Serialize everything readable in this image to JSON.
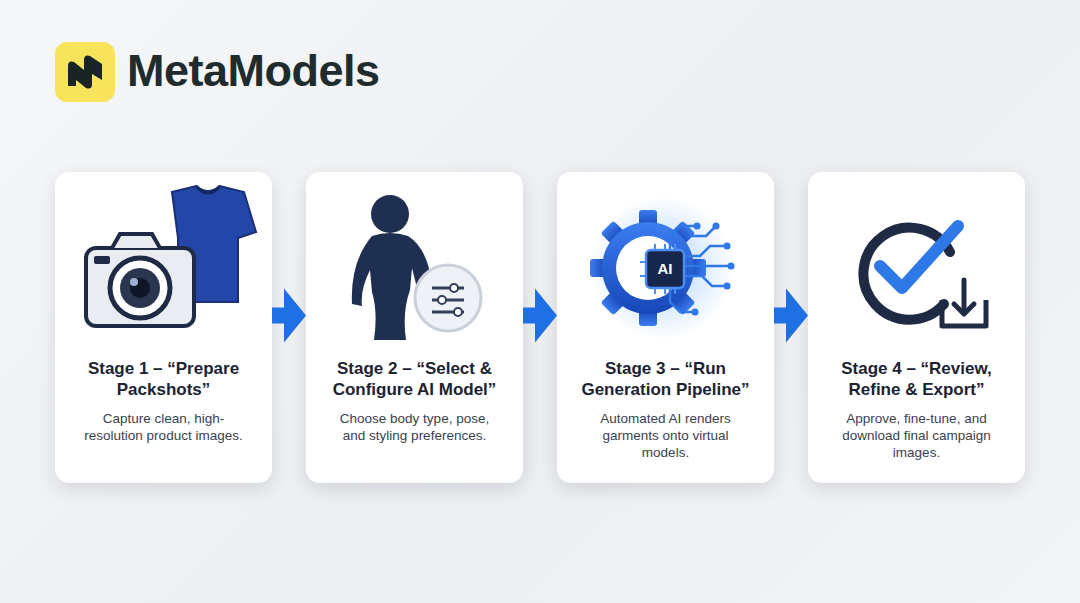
{
  "diagram": {
    "title": "MetaModels",
    "nodes": [
      {
        "text": [
          "Stage 1 – “Prepare Packshots”",
          "Capture clean, high-resolution product images."
        ]
      },
      {
        "text": [
          "Stage 2 – “Select & Configure AI Model”",
          "Choose body type, pose, and styling preferences."
        ]
      },
      {
        "text": [
          "Stage 3 – “Run Generation Pipeline”",
          "Automated AI renders garments onto virtual models."
        ]
      },
      {
        "text": [
          "Stage 4 – “Review, Refine & Export”",
          "Approve, fine-tune, and download final campaign images."
        ]
      }
    ],
    "edges": [
      {
        "from": 0,
        "to": 1,
        "arrow": "to"
      },
      {
        "from": 1,
        "to": 2,
        "arrow": "to"
      },
      {
        "from": 2,
        "to": 3,
        "arrow": "to"
      }
    ],
    "labels": [
      "AI"
    ]
  }
}
